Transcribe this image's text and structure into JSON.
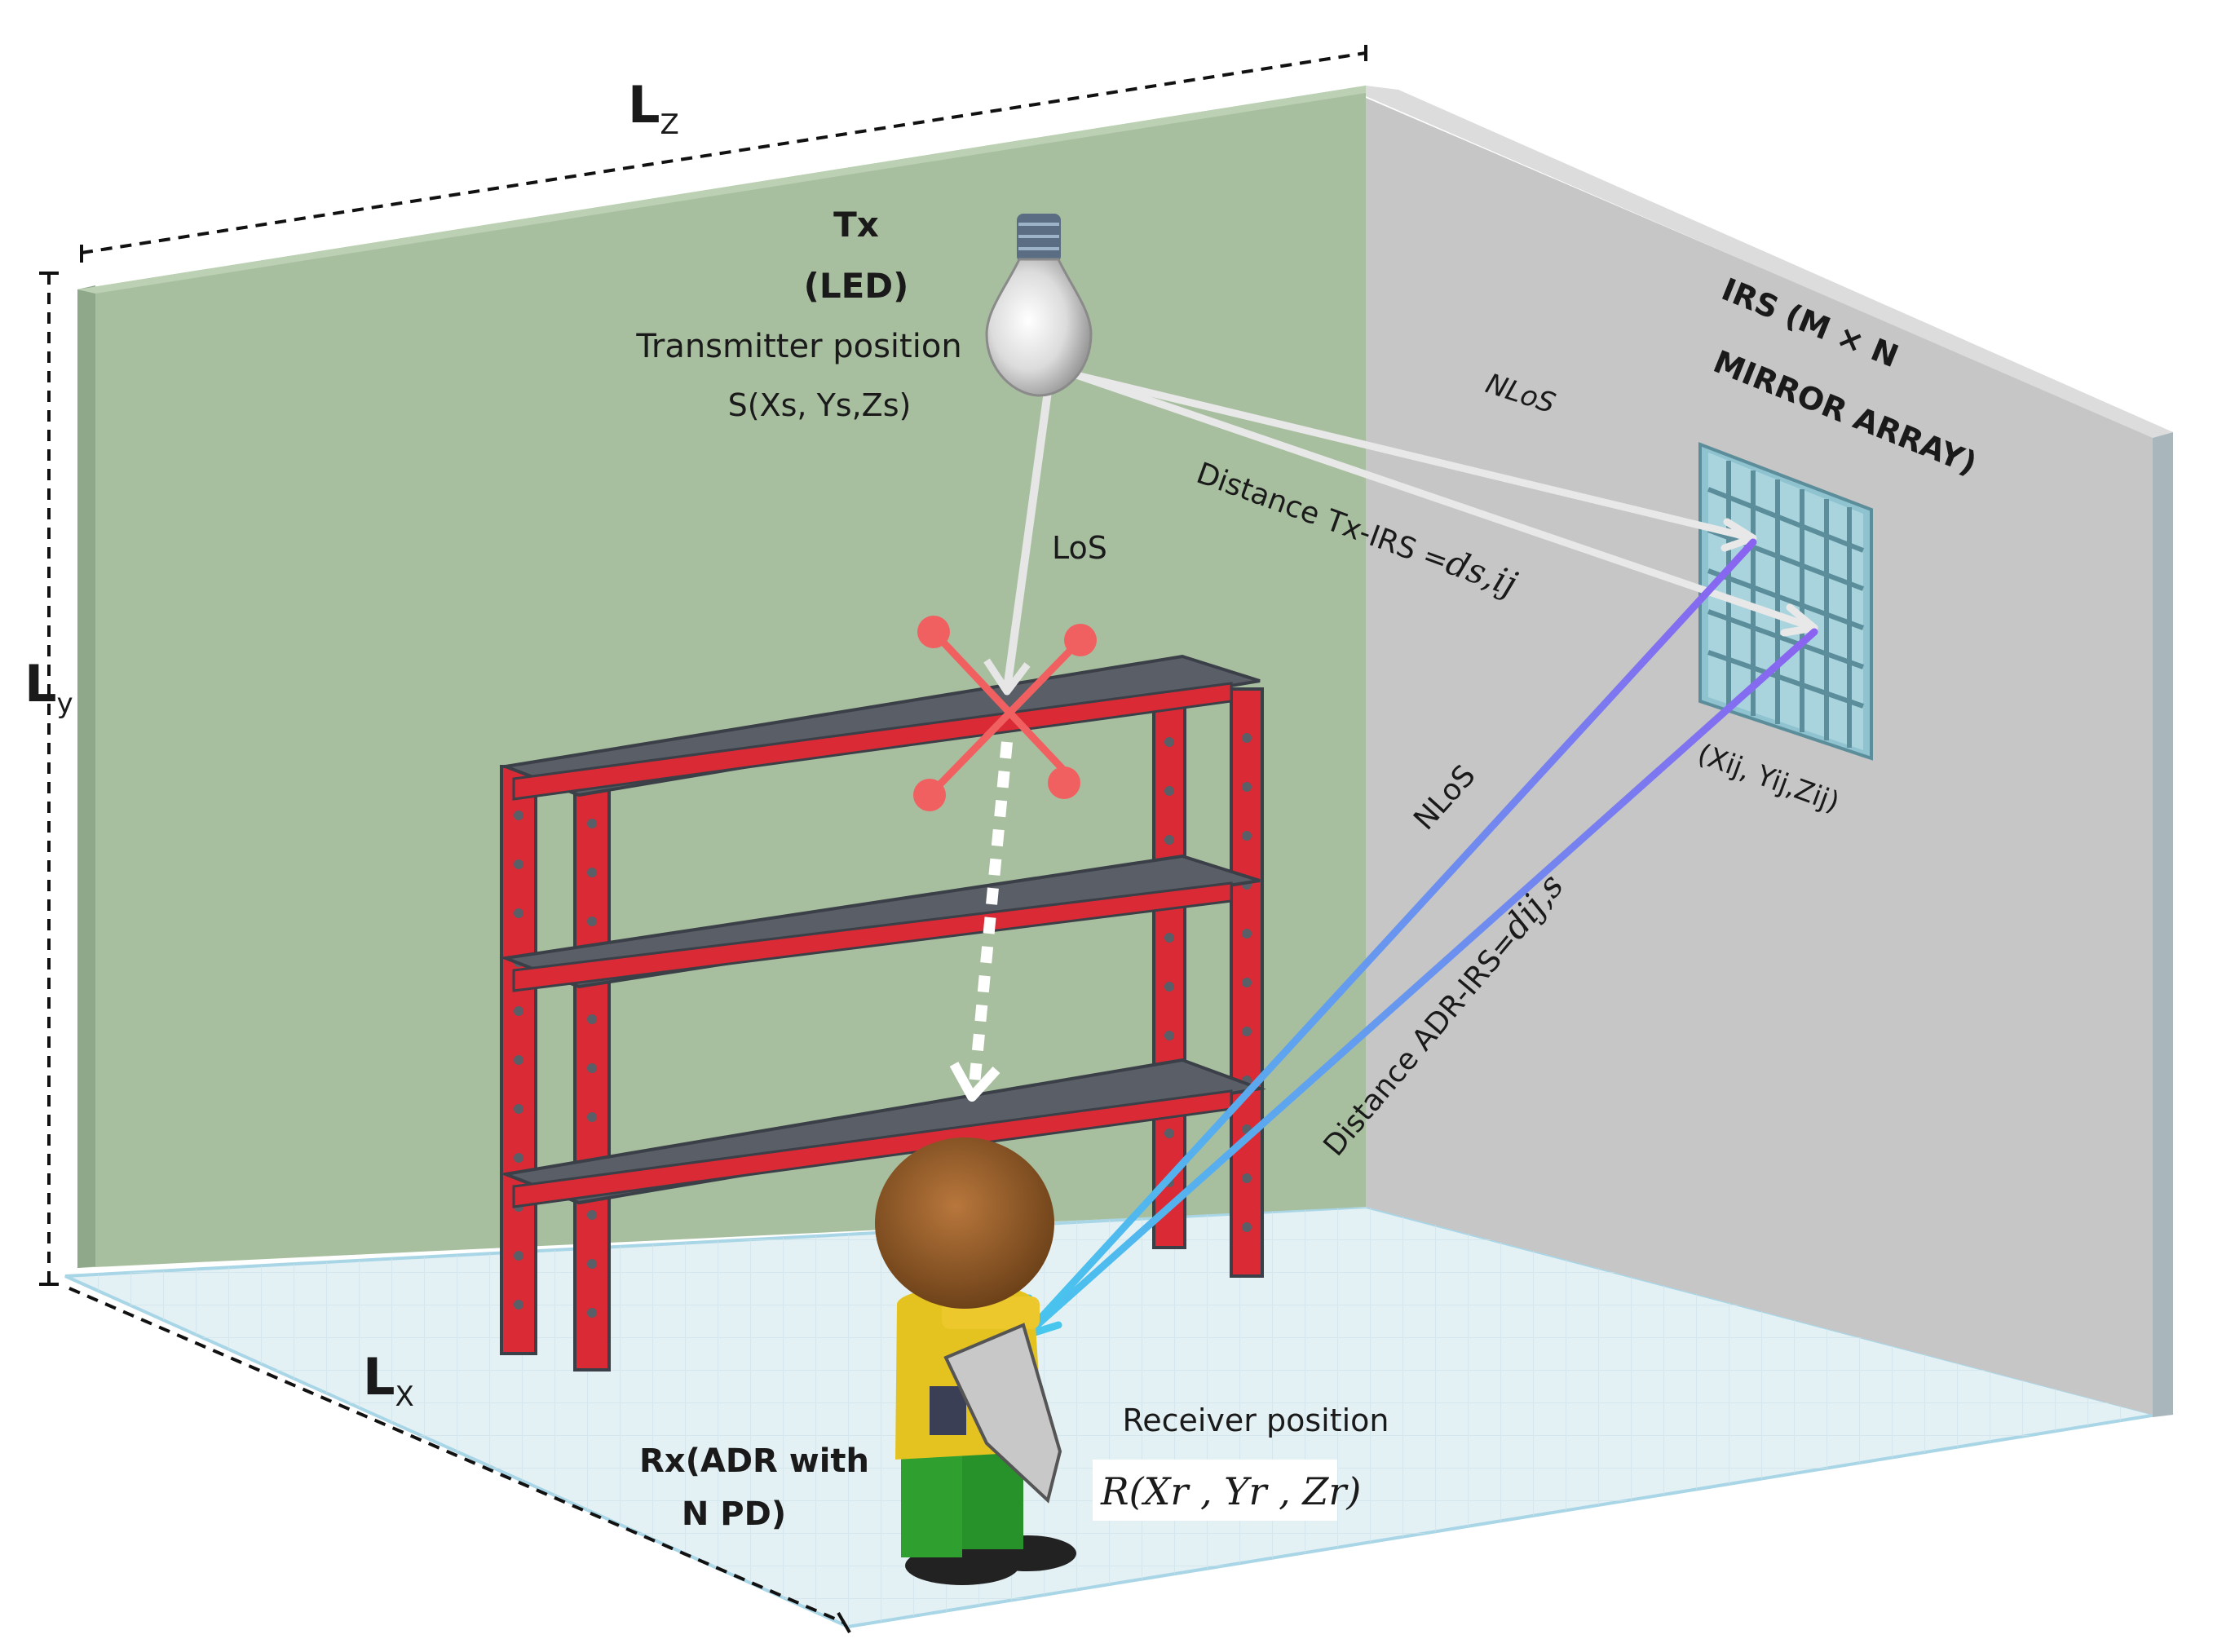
{
  "dimensions": {
    "lz": "L",
    "lz_sub": "Z",
    "ly": "L",
    "ly_sub": "y",
    "lx": "L",
    "lx_sub": "X"
  },
  "transmitter": {
    "title": "Tx",
    "subtitle": "(LED)",
    "position_label": "Transmitter position",
    "position_value": "S(Xs, Ys,Zs)"
  },
  "irs": {
    "title_line1": "IRS (M × N",
    "title_line2": "MIRROR ARRAY)",
    "coords": "(Xij, Yij,Zij)"
  },
  "paths": {
    "los": "LoS",
    "nlos_top": "NLoS",
    "nlos_mid": "NLoS",
    "tx_irs_distance": "Distance Tx-IRS =",
    "tx_irs_symbol": "ds,ij",
    "adr_irs_distance": "Distance ADR-IRS=",
    "adr_irs_symbol": "dij,s"
  },
  "receiver": {
    "position_label": "Receiver position",
    "position_value": "R(Xr , Yr , Zr)",
    "rx_line1": "Rx(ADR with",
    "rx_line2": "N PD)"
  },
  "colors": {
    "back_wall": "#a8bf9f",
    "side_wall": "#c6c6c6",
    "floor": "#e3f1f5",
    "shelf_frame": "#d92a35",
    "shelf_board": "#5a5e66",
    "irs_panel": "#8fc3cf",
    "nlos_beam_start": "#8a63f0",
    "nlos_beam_end": "#47c6ee",
    "blocked_marker": "#f06060"
  }
}
